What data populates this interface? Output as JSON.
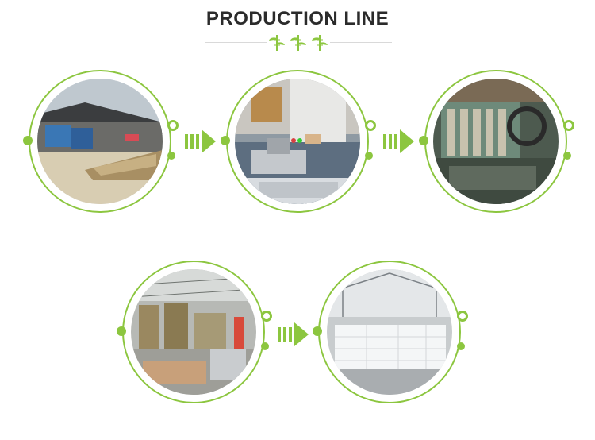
{
  "header": {
    "title": "PRODUCTION LINE"
  },
  "colors": {
    "accent_green": "#8cc63f",
    "title_text": "#2b2b2b",
    "divider": "#d9d9d9"
  },
  "icons": {
    "divider_ornament": "bamboo-icon",
    "flow_arrow": "arrow-right-icon"
  },
  "steps": [
    {
      "scene": "bamboo-yard-photo"
    },
    {
      "scene": "worker-machine-photo"
    },
    {
      "scene": "splitting-machine-photo"
    },
    {
      "scene": "drying-warehouse-photo"
    },
    {
      "scene": "packed-goods-warehouse-photo"
    }
  ]
}
